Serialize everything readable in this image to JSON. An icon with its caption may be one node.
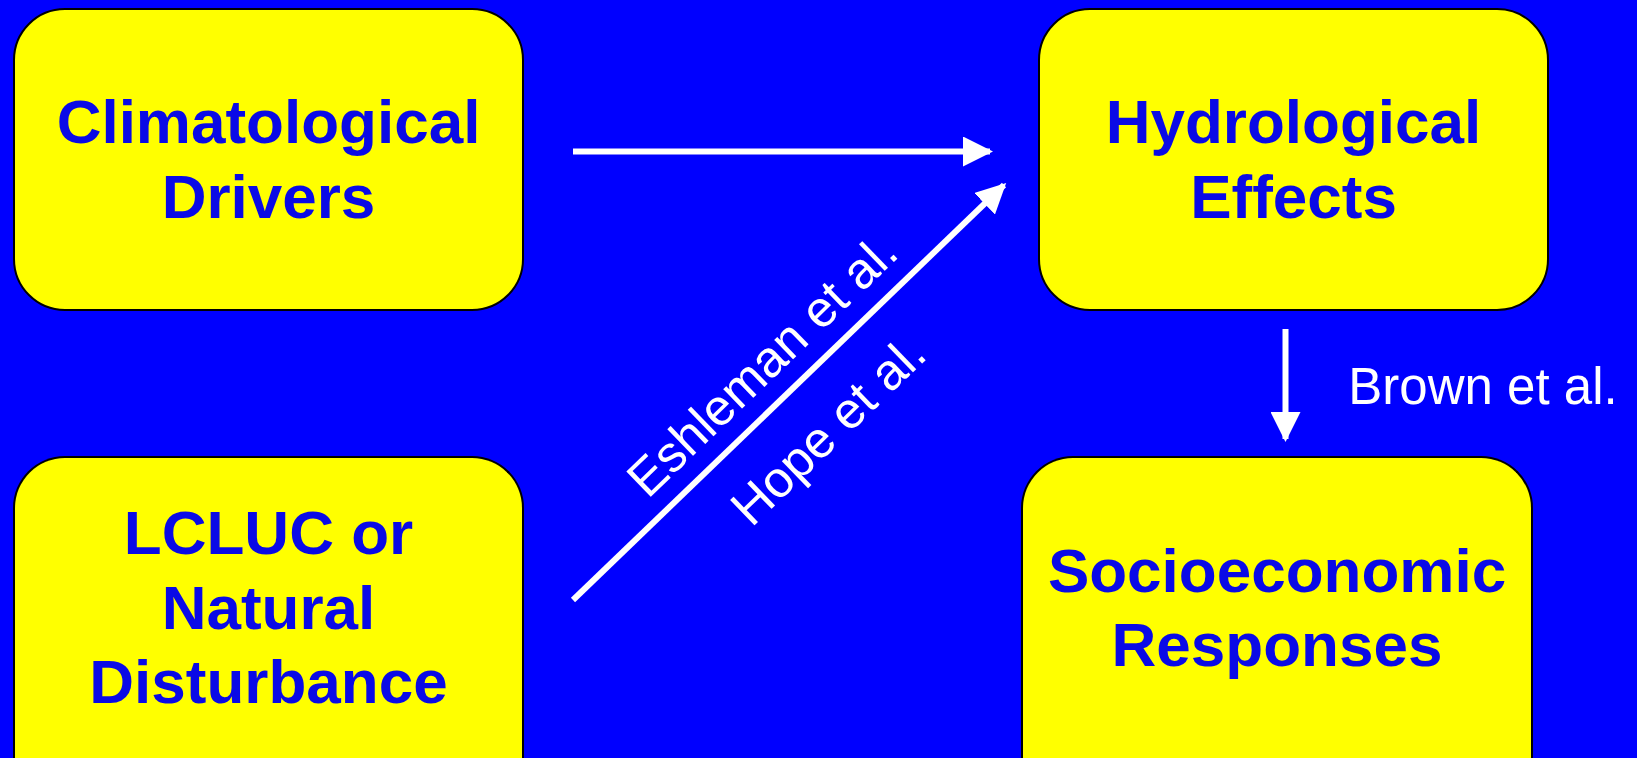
{
  "diagram": {
    "nodes": [
      {
        "text": [
          "Climatological Drivers"
        ]
      },
      {
        "text": [
          "Hydrological Effects"
        ]
      },
      {
        "text": [
          "LCLUC or Natural Disturbance"
        ]
      },
      {
        "text": [
          "Socioeconomic Responses"
        ]
      }
    ],
    "edges": [
      {
        "from": 0,
        "to": 1,
        "arrow": "to"
      },
      {
        "from": 2,
        "to": 1,
        "arrow": "to",
        "label": "Eshleman et al."
      },
      {
        "from": 1,
        "to": 3,
        "arrow": "to",
        "label": "Brown et al."
      }
    ],
    "labels": [
      "Hope et al."
    ]
  }
}
